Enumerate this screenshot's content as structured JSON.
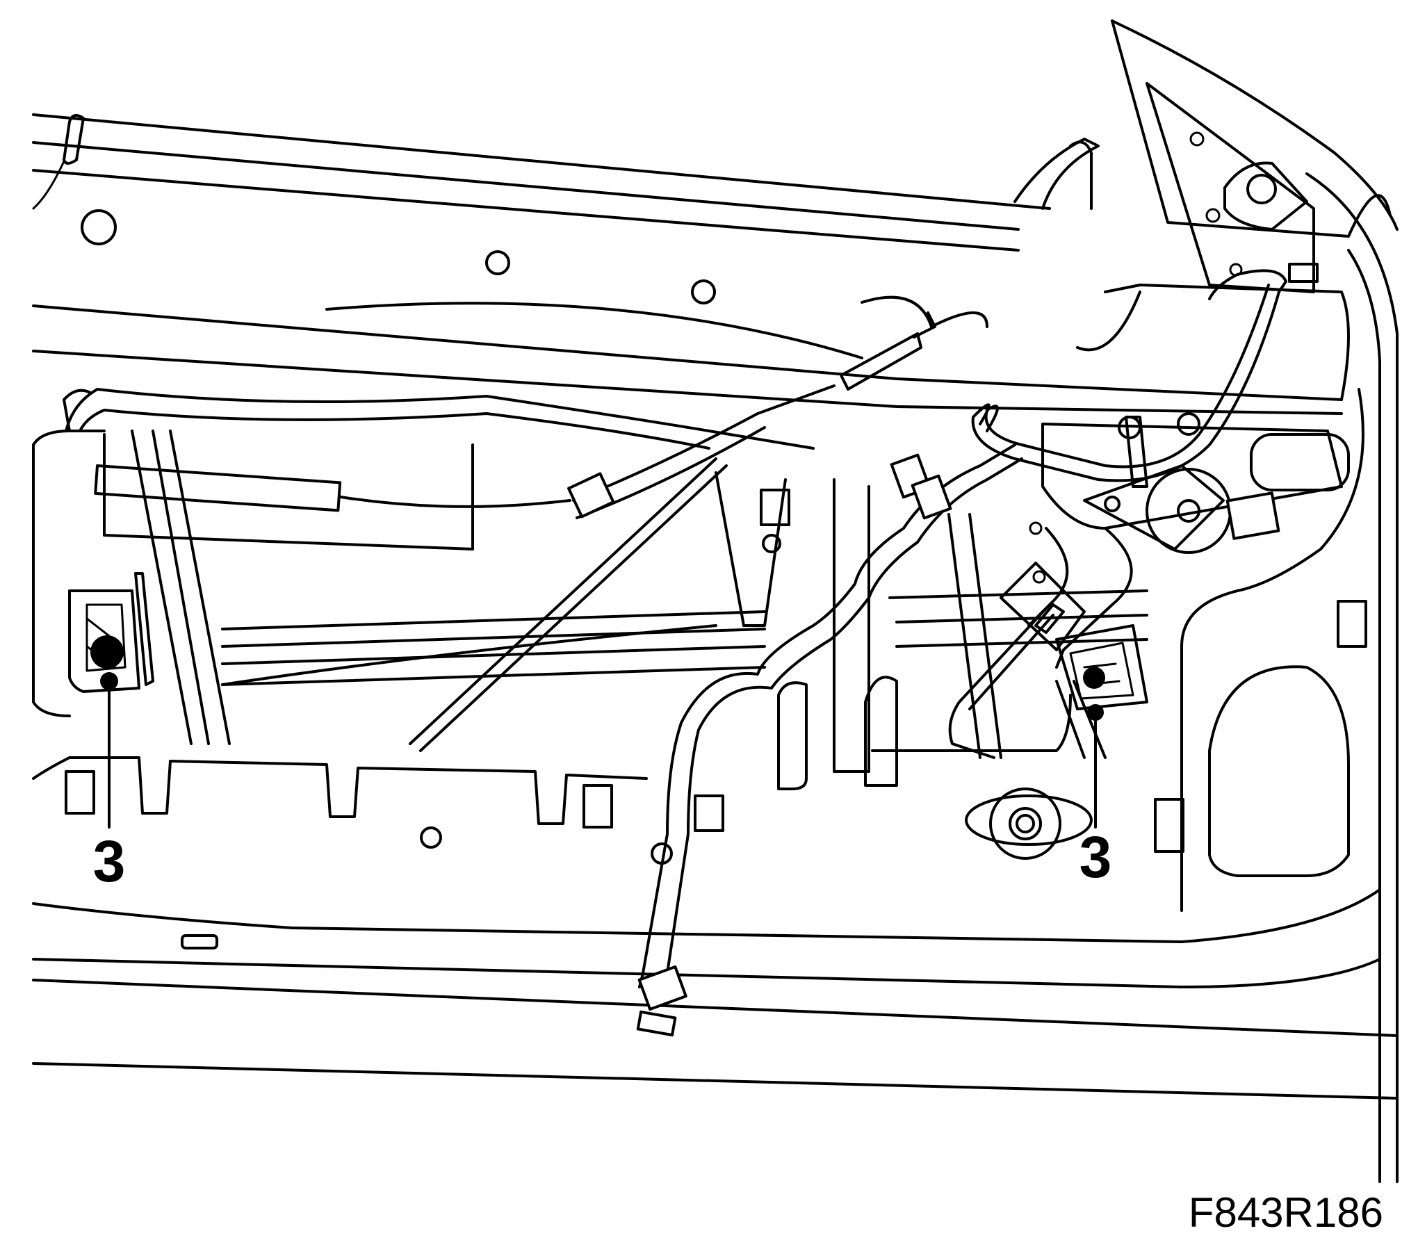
{
  "diagram": {
    "callouts": [
      {
        "id": "left",
        "label": "3"
      },
      {
        "id": "right",
        "label": "3"
      }
    ],
    "figure_id": "F843R186"
  },
  "colors": {
    "line": "#000000",
    "background": "#ffffff"
  }
}
